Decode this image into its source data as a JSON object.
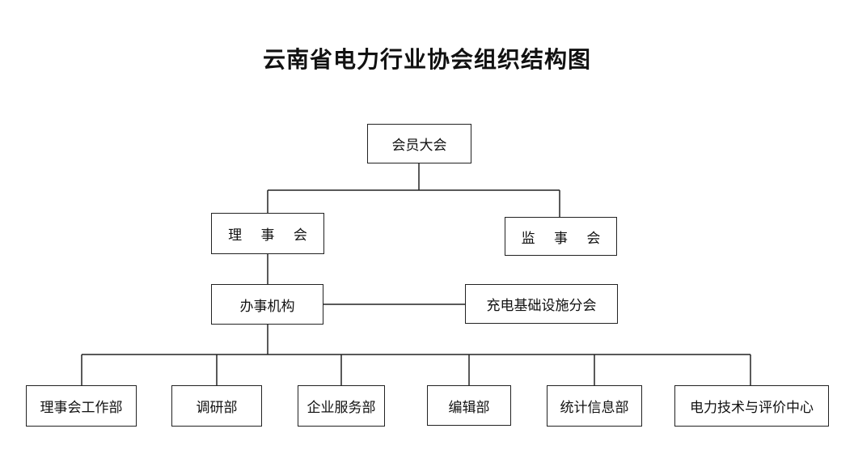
{
  "title": "云南省电力行业协会组织结构图",
  "nodes": {
    "assembly": "会员大会",
    "council": "理 事 会",
    "supervisors": "监 事 会",
    "office": "办事机构",
    "charging_branch": "充电基础设施分会",
    "departments": [
      "理事会工作部",
      "调研部",
      "企业服务部",
      "编辑部",
      "统计信息部",
      "电力技术与评价中心"
    ]
  }
}
